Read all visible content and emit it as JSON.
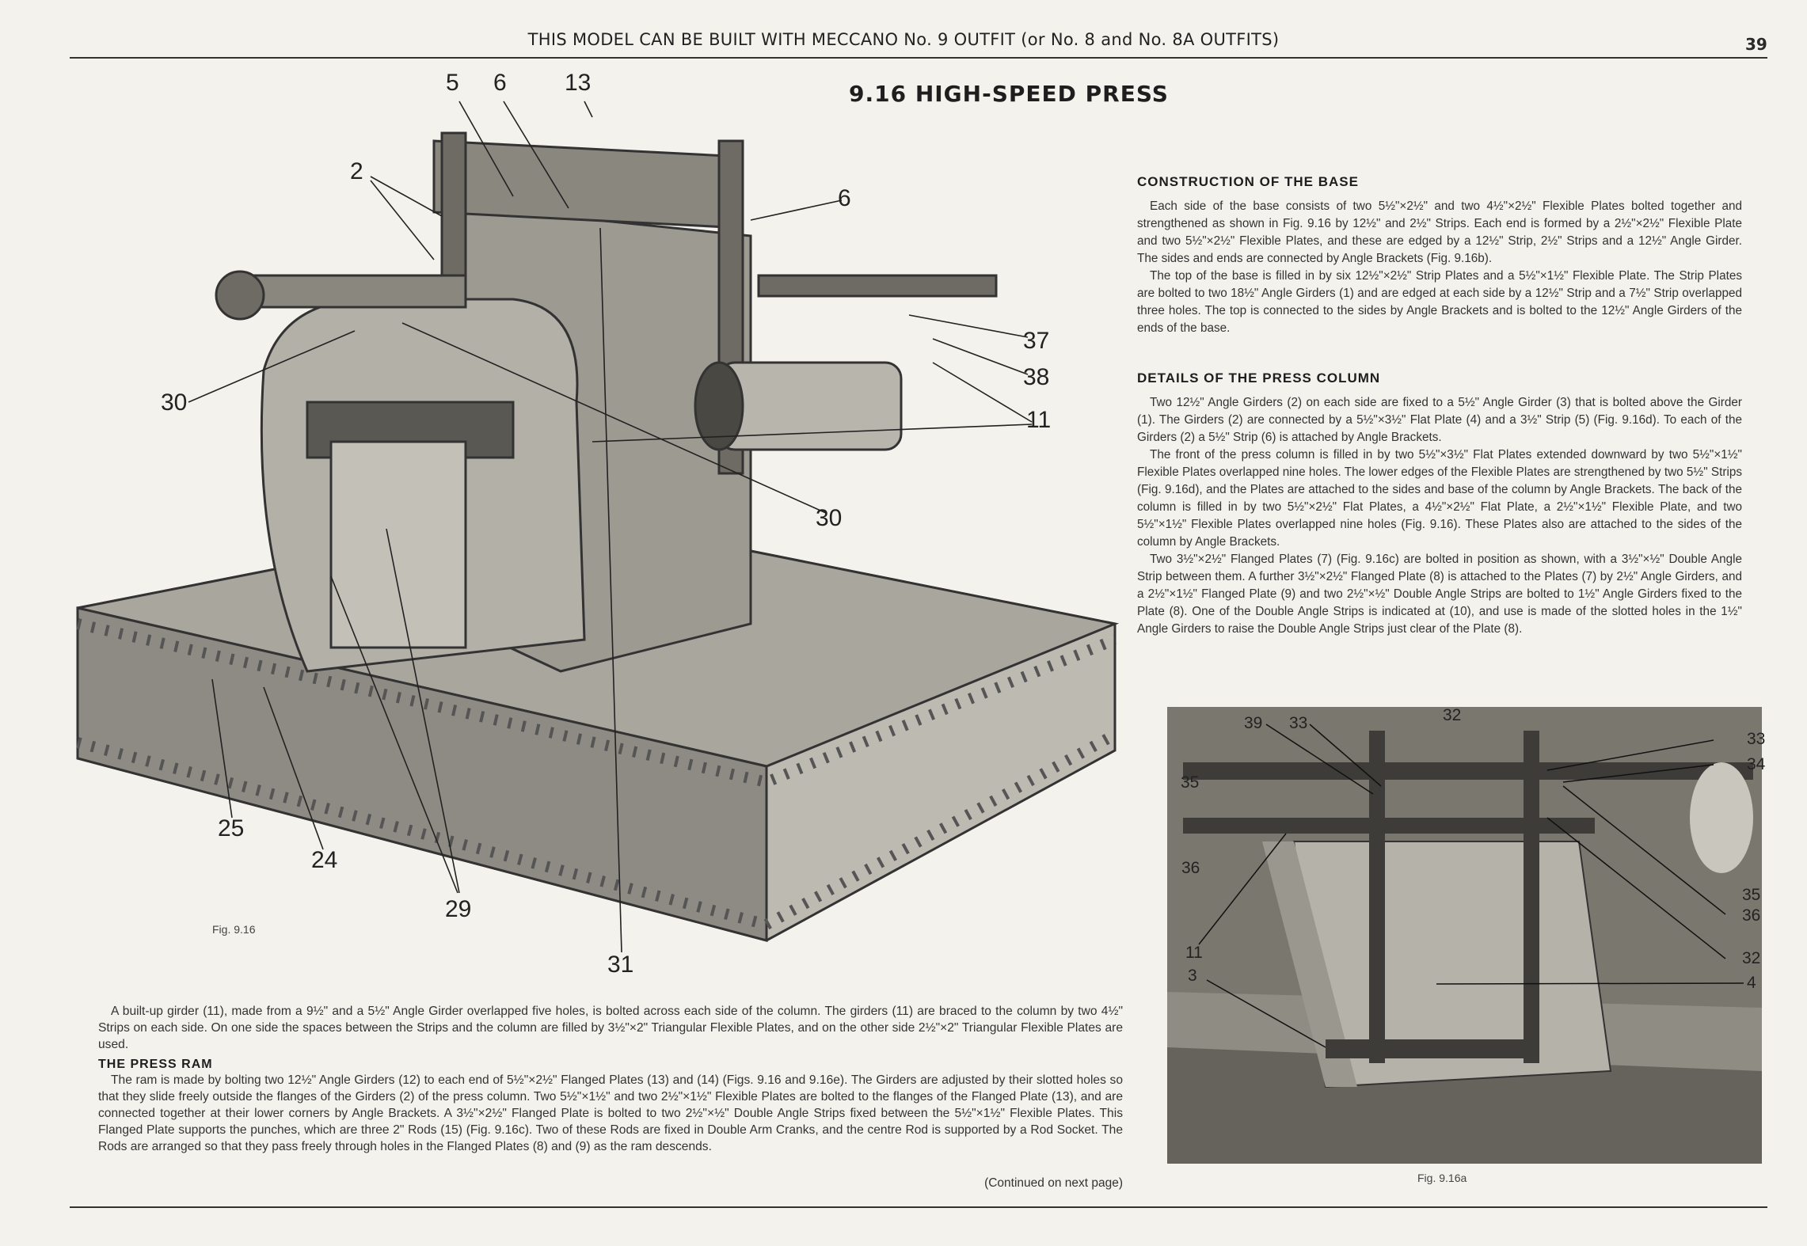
{
  "header": {
    "running_title": "THIS MODEL CAN BE BUILT WITH MECCANO No. 9 OUTFIT (or No. 8 and No. 8A OUTFITS)",
    "page_number": "39"
  },
  "title": "9.16  HIGH-SPEED PRESS",
  "figure_main": {
    "caption": "Fig. 9.16",
    "labels": {
      "l5": "5",
      "l6a": "6",
      "l13": "13",
      "l2": "2",
      "l6b": "6",
      "l37": "37",
      "l38": "38",
      "l11": "11",
      "l30a": "30",
      "l30b": "30",
      "l25": "25",
      "l24": "24",
      "l29": "29",
      "l31": "31"
    }
  },
  "figure_photo": {
    "caption": "Fig. 9.16a",
    "labels": {
      "l39": "39",
      "l33a": "33",
      "l32a": "32",
      "l33b": "33",
      "l34": "34",
      "l35a": "35",
      "l36a": "36",
      "l35b": "35",
      "l36b": "36",
      "l11": "11",
      "l32b": "32",
      "l3": "3",
      "l4": "4"
    }
  },
  "sections": {
    "base": {
      "heading": "CONSTRUCTION OF THE BASE",
      "paragraphs": [
        "Each side of the base consists of two 5½\"×2½\" and two 4½\"×2½\" Flexible Plates bolted together and strengthened as shown in Fig. 9.16 by 12½\" and 2½\" Strips. Each end is formed by a 2½\"×2½\" Flexible Plate and two 5½\"×2½\" Flexible Plates, and these are edged by a 12½\" Strip, 2½\" Strips and a 12½\" Angle Girder. The sides and ends are connected by Angle Brackets (Fig. 9.16b).",
        "The top of the base is filled in by six 12½\"×2½\" Strip Plates and a 5½\"×1½\" Flexible Plate. The Strip Plates are bolted to two 18½\" Angle Girders (1) and are edged at each side by a 12½\" Strip and a 7½\" Strip overlapped three holes. The top is connected to the sides by Angle Brackets and is bolted to the 12½\" Angle Girders of the ends of the base."
      ]
    },
    "column": {
      "heading": "DETAILS OF THE PRESS COLUMN",
      "paragraphs": [
        "Two 12½\" Angle Girders (2) on each side are fixed to a 5½\" Angle Girder (3) that is bolted above the Girder (1). The Girders (2) are connected by a 5½\"×3½\" Flat Plate (4) and a 3½\" Strip (5) (Fig. 9.16d). To each of the Girders (2) a 5½\" Strip (6) is attached by Angle Brackets.",
        "The front of the press column is filled in by two 5½\"×3½\" Flat Plates extended downward by two 5½\"×1½\" Flexible Plates overlapped nine holes. The lower edges of the Flexible Plates are strengthened by two 5½\" Strips (Fig. 9.16d), and the Plates are attached to the sides and base of the column by Angle Brackets. The back of the column is filled in by two 5½\"×2½\" Flat Plates, a 4½\"×2½\" Flat Plate, a 2½\"×1½\" Flexible Plate, and two 5½\"×1½\" Flexible Plates overlapped nine holes (Fig. 9.16). These Plates also are attached to the sides of the column by Angle Brackets.",
        "Two 3½\"×2½\" Flanged Plates (7) (Fig. 9.16c) are bolted in position as shown, with a 3½\"×½\" Double Angle Strip between them. A further 3½\"×2½\" Flanged Plate (8) is attached to the Plates (7) by 2½\" Angle Girders, and a 2½\"×1½\" Flanged Plate (9) and two 2½\"×½\" Double Angle Strips are bolted to 1½\" Angle Girders fixed to the Plate (8). One of the Double Angle Strips is indicated at (10), and use is made of the slotted holes in the 1½\" Angle Girders to raise the Double Angle Strips just clear of the Plate (8)."
      ]
    },
    "girder": {
      "paragraphs": [
        "A built-up girder (11), made from a 9½\" and a 5½\" Angle Girder overlapped five holes, is bolted across each side of the column. The girders (11) are braced to the column by two 4½\" Strips on each side. On one side the spaces between the Strips and the column are filled by 3½\"×2\" Triangular Flexible Plates, and on the other side 2½\"×2\" Triangular Flexible Plates are used."
      ]
    },
    "ram": {
      "heading": "THE PRESS RAM",
      "paragraphs": [
        "The ram is made by bolting two 12½\" Angle Girders (12) to each end of 5½\"×2½\" Flanged Plates (13) and (14) (Figs. 9.16 and 9.16e). The Girders are adjusted by their slotted holes so that they slide freely outside the flanges of the Girders (2) of the press column. Two 5½\"×1½\" and two 2½\"×1½\" Flexible Plates are bolted to the flanges of the Flanged Plate (13), and are connected together at their lower corners by Angle Brackets. A 3½\"×2½\" Flanged Plate is bolted to two 2½\"×½\" Double Angle Strips fixed between the 5½\"×1½\" Flexible Plates. This Flanged Plate supports the punches, which are three 2\" Rods (15) (Fig. 9.16c). Two of these Rods are fixed in Double Arm Cranks, and the centre Rod is supported by a Rod Socket. The Rods are arranged so that they pass freely through holes in the Flanged Plates (8) and (9) as the ram descends."
      ]
    },
    "continued": "(Continued on next page)"
  }
}
